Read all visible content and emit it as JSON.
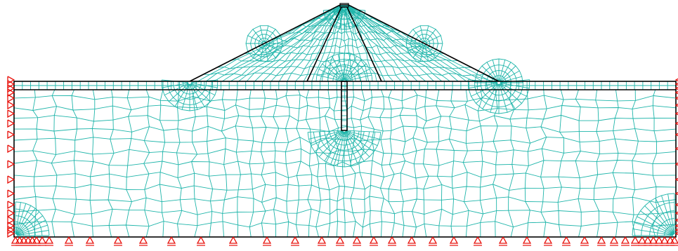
{
  "diagram": {
    "colors": {
      "background": "#ffffff",
      "mesh": "#1fb5aa",
      "outline": "#000000",
      "supports": "#e8120c"
    },
    "components": [
      {
        "name": "embankment-dam",
        "shape": "trapezoid-with-crest"
      },
      {
        "name": "impervious-core",
        "shape": "inclined-trapezoid"
      },
      {
        "name": "cutoff-wall",
        "shape": "vertical-rectangle"
      },
      {
        "name": "foundation-layer",
        "shape": "rectangle"
      },
      {
        "name": "thin-top-layer",
        "shape": "horizontal-band"
      }
    ],
    "boundary_conditions": {
      "left_side": "roller-supports",
      "right_side": "roller-supports",
      "bottom": "pinned-supports"
    },
    "mesh": {
      "element_type": "quadrilateral",
      "refinement": "dense-under-dam-and-near-corners"
    }
  }
}
